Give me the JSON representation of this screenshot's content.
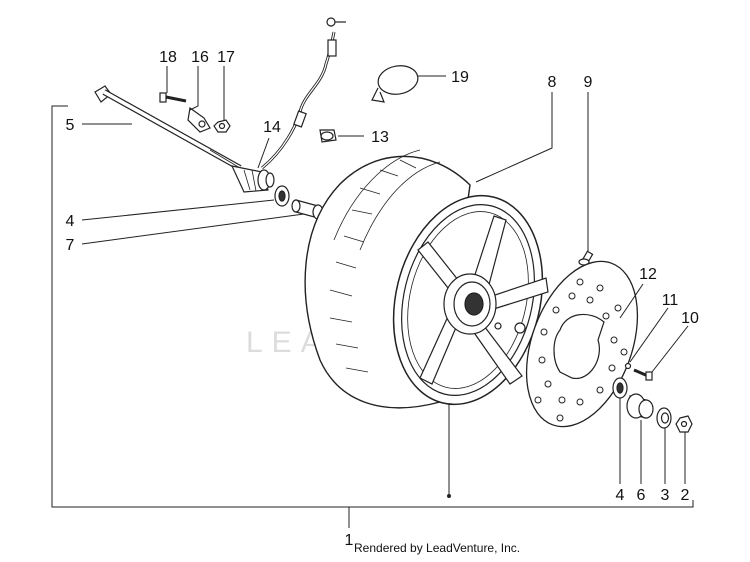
{
  "watermark": "LEADVENTURE",
  "credit": "Rendered by LeadVenture, Inc.",
  "callouts": {
    "c1": "1",
    "c2": "2",
    "c3": "3",
    "c4a": "4",
    "c4b": "4",
    "c5": "5",
    "c6": "6",
    "c7": "7",
    "c8": "8",
    "c9": "9",
    "c10": "10",
    "c11": "11",
    "c12": "12",
    "c13": "13",
    "c14": "14",
    "c16": "16",
    "c17": "17",
    "c18": "18",
    "c19": "19"
  }
}
